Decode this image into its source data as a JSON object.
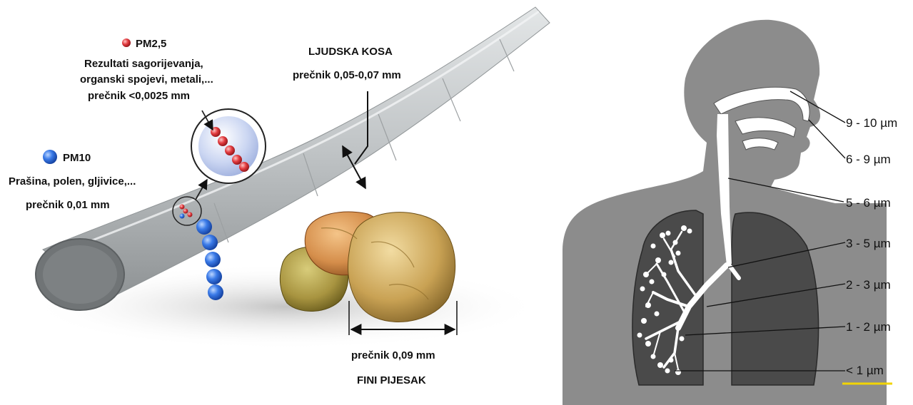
{
  "left_panel": {
    "pm25": {
      "title": "PM2,5",
      "line1": "Rezultati sagorijevanja,",
      "line2": "organski spojevi, metali,...",
      "line3": "prečnik <0,0025 mm"
    },
    "pm10": {
      "title": "PM10",
      "line1": "Prašina, polen, gljivice,...",
      "line2": "prečnik 0,01 mm"
    },
    "hair": {
      "title": "LJUDSKA KOSA",
      "diameter": "prečnik 0,05-0,07 mm"
    },
    "sand": {
      "diameter": "prečnik 0,09 mm",
      "title": "FINI PIJESAK"
    }
  },
  "right_panel": {
    "deposition_labels": [
      "9 - 10 µm",
      "6 - 9 µm",
      "5 - 6 µm",
      "3 - 5 µm",
      "2 - 3 µm",
      "1 - 2 µm",
      "< 1 µm"
    ]
  },
  "colors": {
    "pm25_red": "#d9343a",
    "pm10_blue": "#2f6fe0",
    "hair_gray": "#b9bdbf",
    "sand_tan": "#c8a458",
    "body_gray": "#8c8c8c",
    "lung_dark": "#4a4a4a",
    "highlight_yellow": "#f2d400"
  }
}
